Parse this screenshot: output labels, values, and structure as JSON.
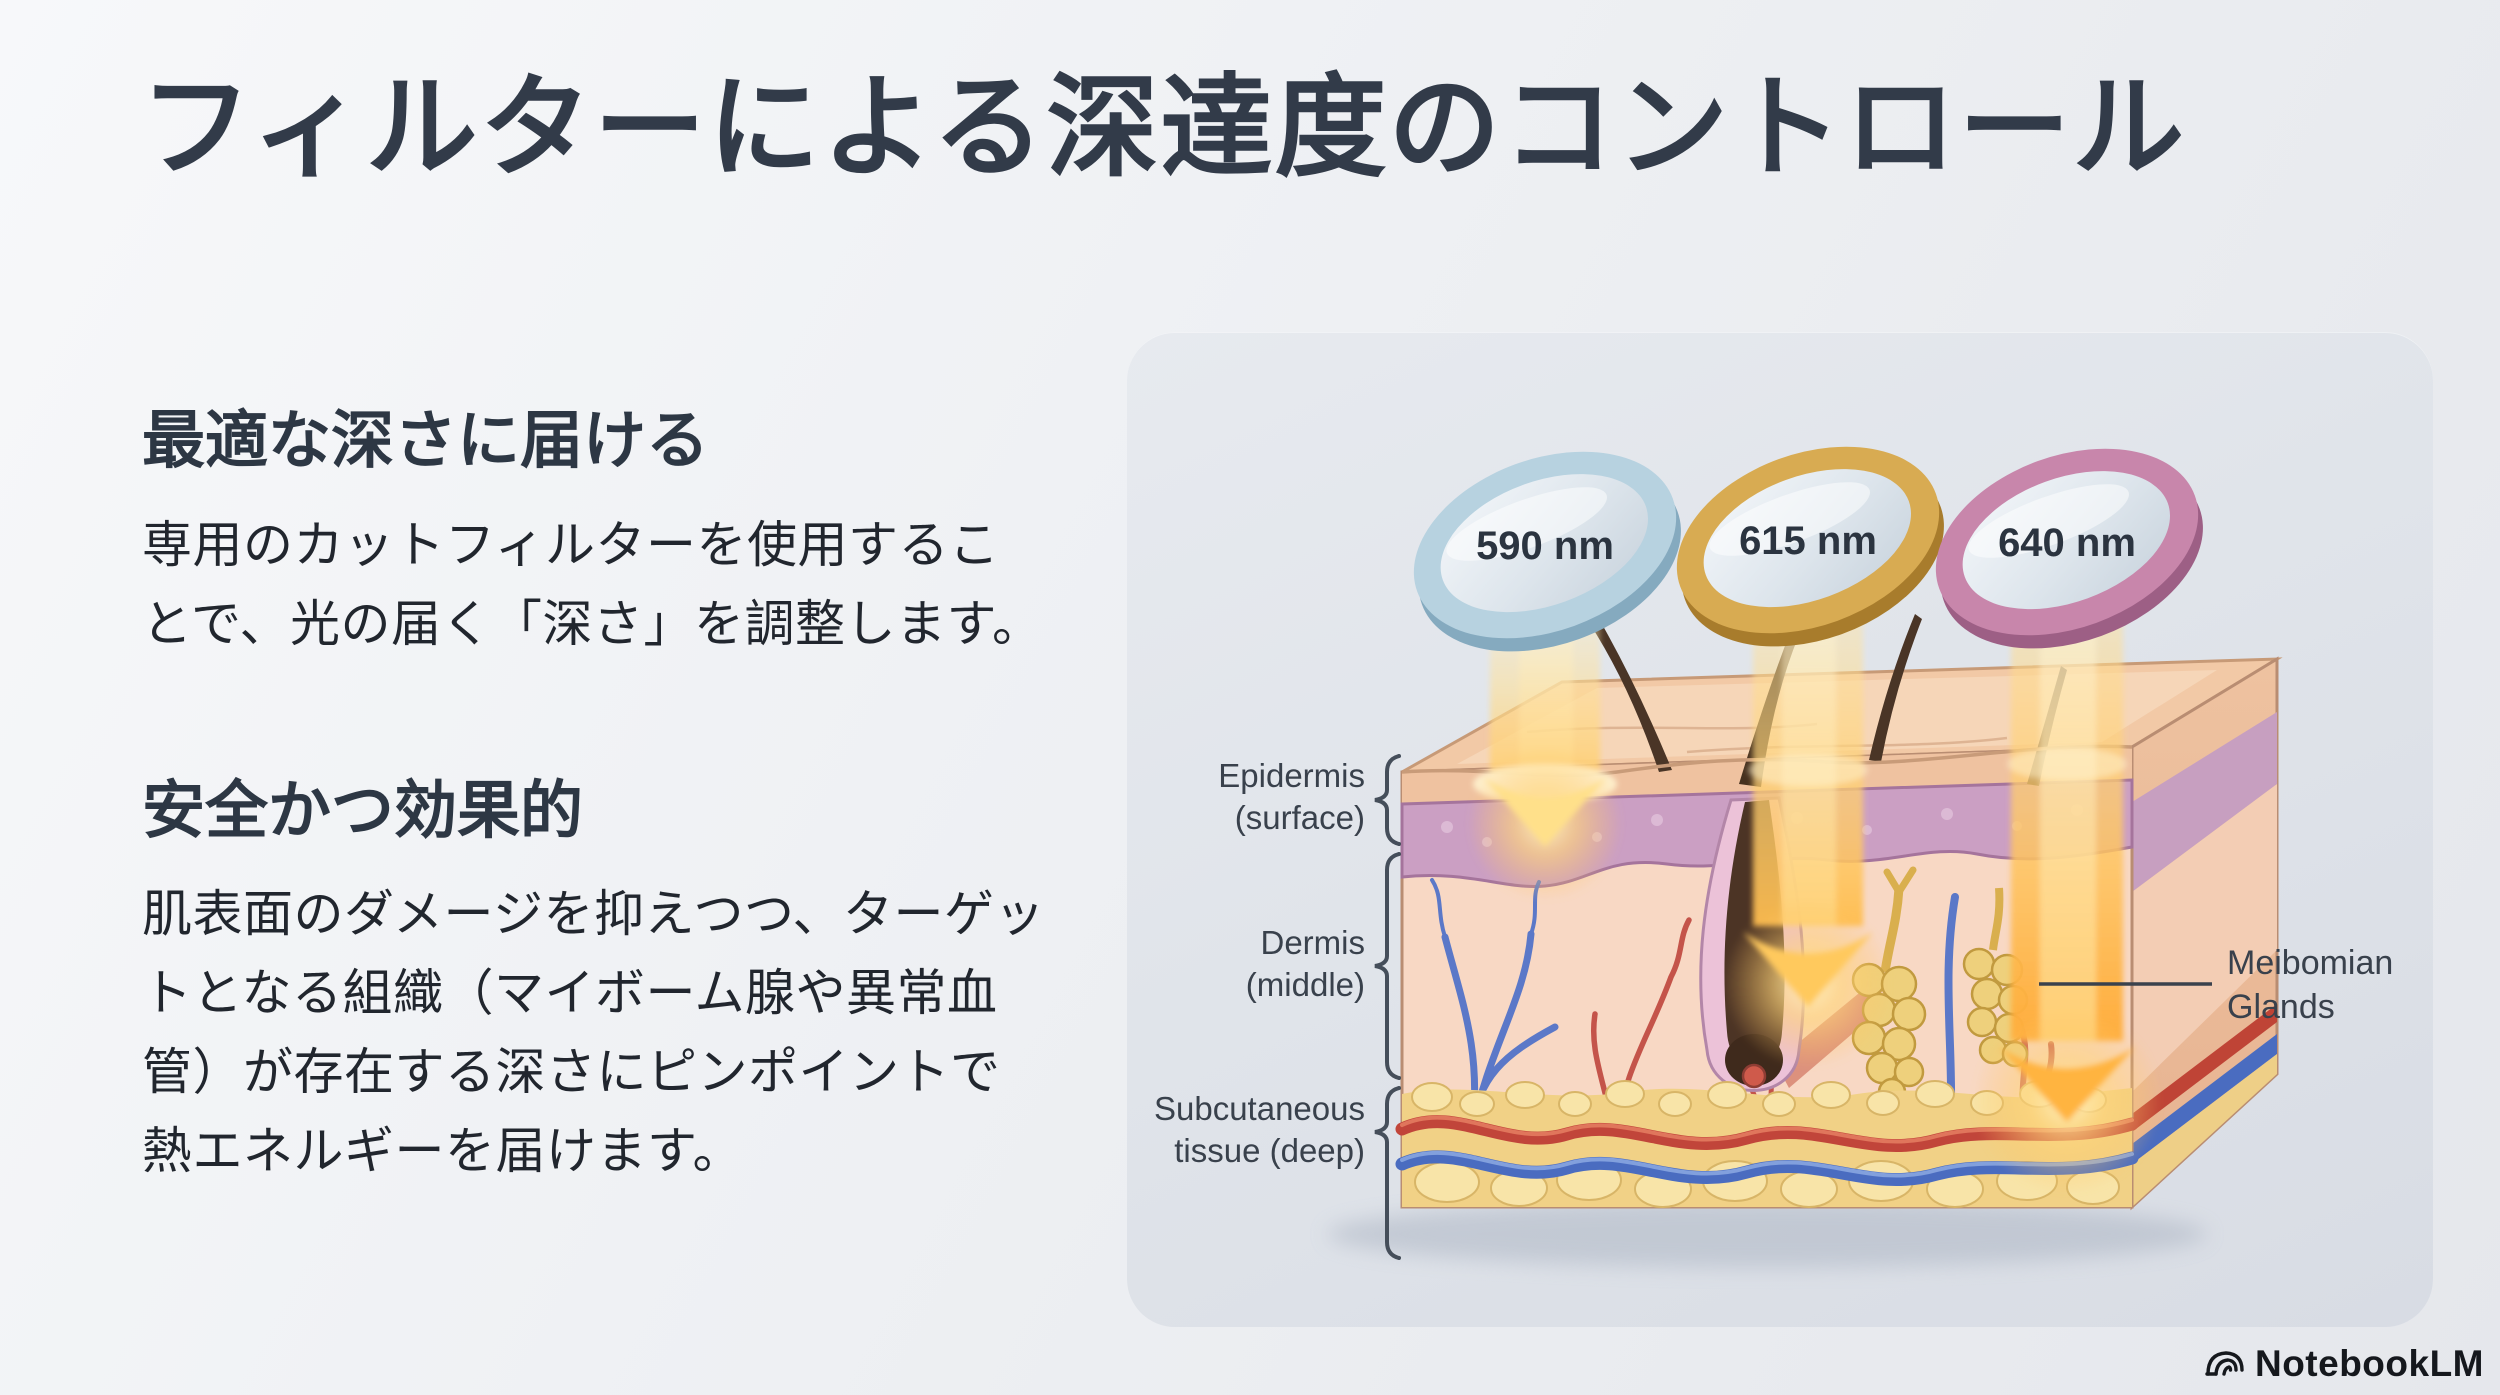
{
  "slide": {
    "title": "フィルターによる深達度のコントロール"
  },
  "sections": [
    {
      "heading": "最適な深さに届ける",
      "body": "専用のカットフィルターを使用することで、光の届く「深さ」を調整します。"
    },
    {
      "heading": "安全かつ効果的",
      "body": "肌表面のダメージを抑えつつ、ターゲットとなる組織（マイボーム腺や異常血管）が存在する深さにピンポイントで熱エネルギーを届けます。"
    }
  ],
  "illustration": {
    "filters": [
      {
        "label": "590 nm",
        "rim_color": "#b7d2e0"
      },
      {
        "label": "615 nm",
        "rim_color": "#d8ab52"
      },
      {
        "label": "640 nm",
        "rim_color": "#c886ab"
      }
    ],
    "beam_color": "#ffc35e",
    "layers": [
      {
        "line1": "Epidermis",
        "line2": "(surface)"
      },
      {
        "line1": "Dermis",
        "line2": "(middle)"
      },
      {
        "line1": "Subcutaneous",
        "line2": "tissue (deep)"
      }
    ],
    "annotation": {
      "line1": "Meibomian",
      "line2": "Glands"
    }
  },
  "footer": {
    "brand": "NotebookLM"
  }
}
